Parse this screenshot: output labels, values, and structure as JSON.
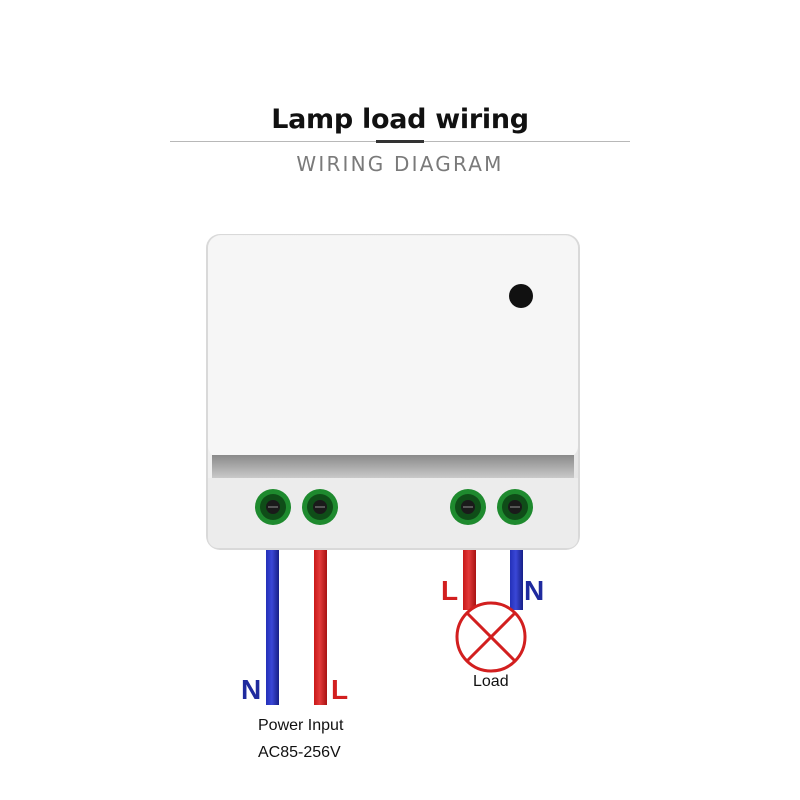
{
  "header": {
    "title": "Lamp load wiring",
    "subtitle": "WIRING DIAGRAM"
  },
  "labels": {
    "power_neutral": "N",
    "power_live": "L",
    "load_live": "L",
    "load_neutral": "N",
    "load": "Load",
    "power_input": "Power Input",
    "voltage": "AC85-256V"
  },
  "colors": {
    "neutral_wire": "#1f2a9e",
    "live_wire": "#d21f1f",
    "terminal_ring": "#1e8a2e",
    "lamp_symbol": "#d21f1f"
  },
  "icons": {
    "lamp": "lamp-symbol-icon",
    "button": "pairing-button-icon"
  }
}
